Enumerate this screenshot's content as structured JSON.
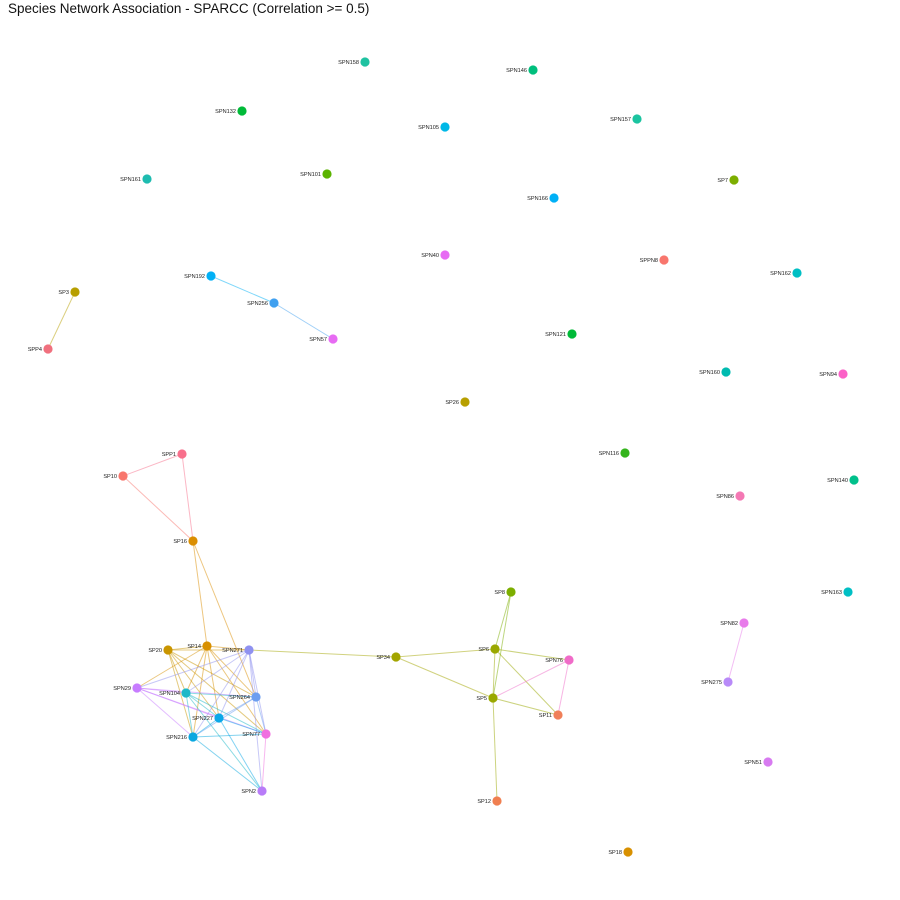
{
  "title": "Species Network Association - SPARCC (Correlation >= 0.5)",
  "nodes": [
    {
      "id": "SPN158",
      "label": "SPN158",
      "color": "#1FC2A1"
    },
    {
      "id": "SPN146",
      "label": "SPN146",
      "color": "#00BF7D"
    },
    {
      "id": "SPN132",
      "label": "SPN132",
      "color": "#00BA38"
    },
    {
      "id": "SPN105",
      "label": "SPN105",
      "color": "#00B8E7"
    },
    {
      "id": "SPN157",
      "label": "SPN157",
      "color": "#1BC4A0"
    },
    {
      "id": "SPN161",
      "label": "SPN161",
      "color": "#1EBCB0"
    },
    {
      "id": "SPN101",
      "label": "SPN101",
      "color": "#5BB300"
    },
    {
      "id": "SPN166",
      "label": "SPN166",
      "color": "#00B0F6"
    },
    {
      "id": "SP7",
      "label": "SP7",
      "color": "#7CAE00"
    },
    {
      "id": "SPN40",
      "label": "SPN40",
      "color": "#E76BF3"
    },
    {
      "id": "SPPN8",
      "label": "SPPN8",
      "color": "#F8766D"
    },
    {
      "id": "SPN162",
      "label": "SPN162",
      "color": "#00BFC4"
    },
    {
      "id": "SPN192",
      "label": "SPN192",
      "color": "#00B0F6"
    },
    {
      "id": "SP3",
      "label": "SP3",
      "color": "#B79F00"
    },
    {
      "id": "SPN256",
      "label": "SPN256",
      "color": "#3FA0F0"
    },
    {
      "id": "SPN57",
      "label": "SPN57",
      "color": "#E76BF3"
    },
    {
      "id": "SPP4",
      "label": "SPP4",
      "color": "#F0707E"
    },
    {
      "id": "SPN121",
      "label": "SPN121",
      "color": "#00BA38"
    },
    {
      "id": "SPN160",
      "label": "SPN160",
      "color": "#00BBB0"
    },
    {
      "id": "SPN94",
      "label": "SPN94",
      "color": "#FB61C7"
    },
    {
      "id": "SP26",
      "label": "SP26",
      "color": "#B79F00"
    },
    {
      "id": "SPP1",
      "label": "SPP1",
      "color": "#F8708C"
    },
    {
      "id": "SPN116",
      "label": "SPN116",
      "color": "#34B41C"
    },
    {
      "id": "SP10",
      "label": "SP10",
      "color": "#F8766D"
    },
    {
      "id": "SPN140",
      "label": "SPN140",
      "color": "#00C08B"
    },
    {
      "id": "SPN86",
      "label": "SPN86",
      "color": "#F478B4"
    },
    {
      "id": "SP16",
      "label": "SP16",
      "color": "#DB8E00"
    },
    {
      "id": "SP8",
      "label": "SP8",
      "color": "#7CAE00"
    },
    {
      "id": "SPN163",
      "label": "SPN163",
      "color": "#00BFC4"
    },
    {
      "id": "SPN82",
      "label": "SPN82",
      "color": "#E87BEA"
    },
    {
      "id": "SP20",
      "label": "SP20",
      "color": "#C99500"
    },
    {
      "id": "SP14",
      "label": "SP14",
      "color": "#D89000"
    },
    {
      "id": "SPN271",
      "label": "SPN271",
      "color": "#8F91F0"
    },
    {
      "id": "SP34",
      "label": "SP34",
      "color": "#A3A500"
    },
    {
      "id": "SP6",
      "label": "SP6",
      "color": "#9AA800"
    },
    {
      "id": "SPN76",
      "label": "SPN76",
      "color": "#F06BC8"
    },
    {
      "id": "SPN29",
      "label": "SPN29",
      "color": "#C77CFF"
    },
    {
      "id": "SPN104",
      "label": "SPN104",
      "color": "#1CB8C8"
    },
    {
      "id": "SPN264",
      "label": "SPN264",
      "color": "#6C9EF0"
    },
    {
      "id": "SP5",
      "label": "SP5",
      "color": "#9AA800"
    },
    {
      "id": "SPN275",
      "label": "SPN275",
      "color": "#B88AF8"
    },
    {
      "id": "SPN227",
      "label": "SPN227",
      "color": "#0AA8E8"
    },
    {
      "id": "SP11",
      "label": "SP11",
      "color": "#F07F58"
    },
    {
      "id": "SPN77",
      "label": "SPN77",
      "color": "#F070E0"
    },
    {
      "id": "SPN216",
      "label": "SPN216",
      "color": "#0AA8E0"
    },
    {
      "id": "SPN51",
      "label": "SPN51",
      "color": "#D77AF0"
    },
    {
      "id": "SPN2",
      "label": "SPN2",
      "color": "#B87CF8"
    },
    {
      "id": "SP12",
      "label": "SP12",
      "color": "#F07F50"
    },
    {
      "id": "SP18",
      "label": "SP18",
      "color": "#D89000"
    }
  ],
  "edges": [
    [
      "SP3",
      "SPP4"
    ],
    [
      "SPN192",
      "SPN256"
    ],
    [
      "SPN256",
      "SPN57"
    ],
    [
      "SPP1",
      "SP10"
    ],
    [
      "SPP1",
      "SP16"
    ],
    [
      "SP10",
      "SP16"
    ],
    [
      "SP16",
      "SP14"
    ],
    [
      "SP16",
      "SPN264"
    ],
    [
      "SP8",
      "SP6"
    ],
    [
      "SP8",
      "SP5"
    ],
    [
      "SPN82",
      "SPN275"
    ],
    [
      "SP34",
      "SP6"
    ],
    [
      "SP34",
      "SP5"
    ],
    [
      "SP34",
      "SPN271"
    ],
    [
      "SP6",
      "SPN76"
    ],
    [
      "SP6",
      "SP5"
    ],
    [
      "SP6",
      "SP11"
    ],
    [
      "SPN76",
      "SP5"
    ],
    [
      "SPN76",
      "SP11"
    ],
    [
      "SP5",
      "SP11"
    ],
    [
      "SP5",
      "SP12"
    ],
    [
      "SP20",
      "SP14"
    ],
    [
      "SP20",
      "SPN271"
    ],
    [
      "SP20",
      "SPN104"
    ],
    [
      "SP20",
      "SPN227"
    ],
    [
      "SP20",
      "SPN216"
    ],
    [
      "SP20",
      "SPN77"
    ],
    [
      "SP20",
      "SPN264"
    ],
    [
      "SP14",
      "SPN271"
    ],
    [
      "SP14",
      "SPN104"
    ],
    [
      "SP14",
      "SPN227"
    ],
    [
      "SP14",
      "SPN216"
    ],
    [
      "SP14",
      "SPN77"
    ],
    [
      "SP14",
      "SPN264"
    ],
    [
      "SP14",
      "SPN29"
    ],
    [
      "SPN271",
      "SPN104"
    ],
    [
      "SPN271",
      "SPN227"
    ],
    [
      "SPN271",
      "SPN216"
    ],
    [
      "SPN271",
      "SPN77"
    ],
    [
      "SPN271",
      "SPN264"
    ],
    [
      "SPN271",
      "SPN2"
    ],
    [
      "SPN271",
      "SPN29"
    ],
    [
      "SPN29",
      "SPN104"
    ],
    [
      "SPN29",
      "SPN227"
    ],
    [
      "SPN29",
      "SPN216"
    ],
    [
      "SPN29",
      "SPN264"
    ],
    [
      "SPN29",
      "SPN77"
    ],
    [
      "SPN104",
      "SPN264"
    ],
    [
      "SPN104",
      "SPN227"
    ],
    [
      "SPN104",
      "SPN216"
    ],
    [
      "SPN104",
      "SPN77"
    ],
    [
      "SPN104",
      "SPN2"
    ],
    [
      "SPN264",
      "SPN227"
    ],
    [
      "SPN264",
      "SPN216"
    ],
    [
      "SPN264",
      "SPN77"
    ],
    [
      "SPN227",
      "SPN216"
    ],
    [
      "SPN227",
      "SPN77"
    ],
    [
      "SPN227",
      "SPN2"
    ],
    [
      "SPN216",
      "SPN77"
    ],
    [
      "SPN216",
      "SPN2"
    ],
    [
      "SPN77",
      "SPN2"
    ]
  ]
}
